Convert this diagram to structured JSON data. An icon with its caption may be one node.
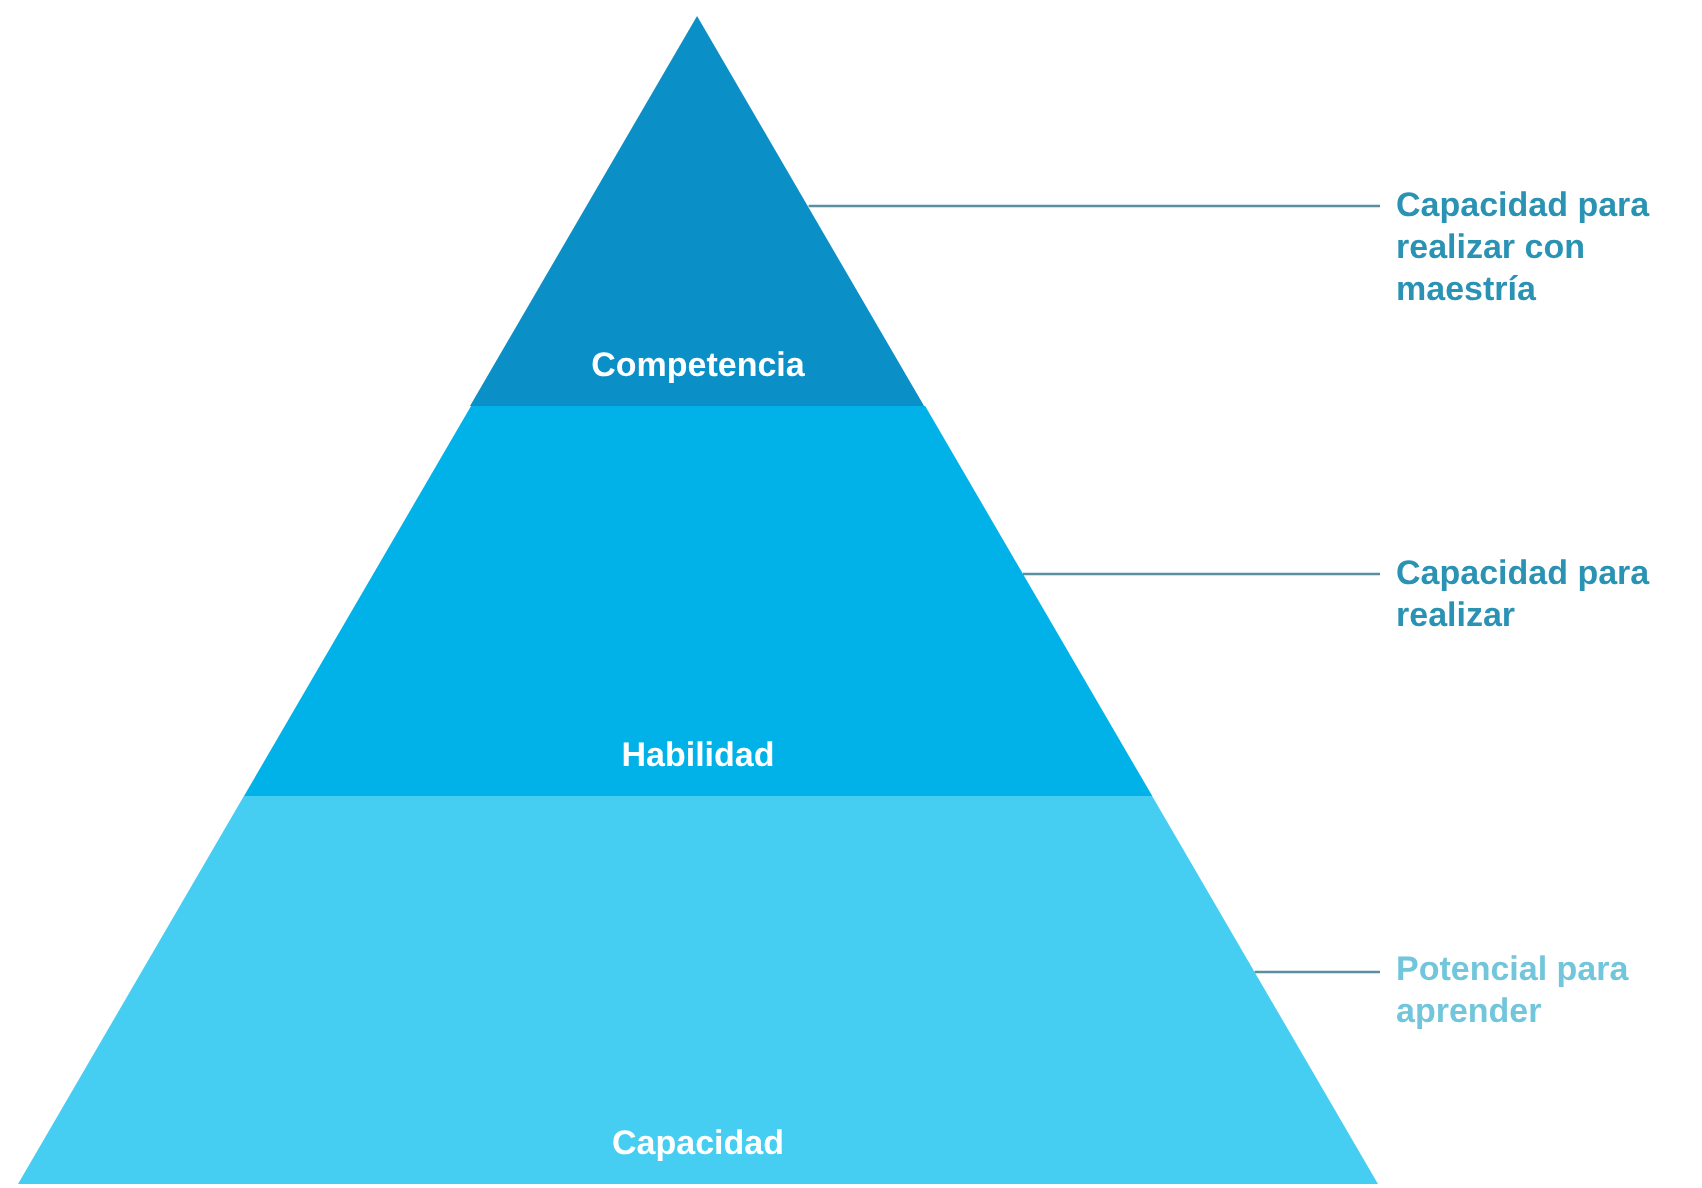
{
  "diagram": {
    "nodes": [
      {
        "text": [
          "Competencia"
        ]
      },
      {
        "text": [
          "Habilidad"
        ]
      },
      {
        "text": [
          "Capacidad"
        ]
      },
      {
        "text": [
          "Capacidad para realizar con maestría"
        ]
      },
      {
        "text": [
          "Capacidad para realizar"
        ]
      },
      {
        "text": [
          "Potencial para aprender"
        ]
      }
    ],
    "edges": [
      {
        "from": 3,
        "to": 0,
        "arrow": "none"
      },
      {
        "from": 4,
        "to": 1,
        "arrow": "none"
      },
      {
        "from": 5,
        "to": 2,
        "arrow": "none"
      }
    ]
  }
}
